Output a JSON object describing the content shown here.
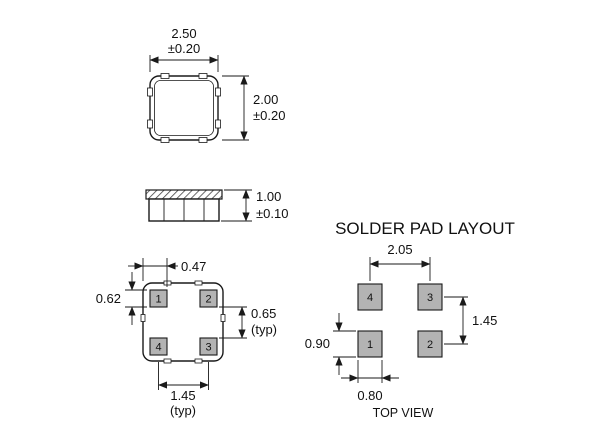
{
  "solder_section": {
    "title": "SOLDER PAD LAYOUT",
    "footer": "TOP VIEW",
    "pitch_x": "2.05",
    "pitch_y": "1.45",
    "pad_height": "0.90",
    "pad_width": "0.80",
    "pads": {
      "tl": "4",
      "tr": "3",
      "bl": "1",
      "br": "2"
    }
  },
  "top_view_dims": {
    "width": "2.50",
    "width_tol": "±0.20",
    "height": "2.00",
    "height_tol": "±0.20"
  },
  "side_view_dims": {
    "thickness": "1.00",
    "thickness_tol": "±0.10"
  },
  "bottom_view_dims": {
    "corner_offset": "0.47",
    "pad_height": "0.62",
    "pad_gap": "0.65",
    "pad_gap_note": "(typ)",
    "pad_pitch": "1.45",
    "pad_pitch_note": "(typ)",
    "pads": {
      "tl": "1",
      "tr": "2",
      "bl": "4",
      "br": "3"
    }
  },
  "colors": {
    "line": "#1a1a1a",
    "pad_fill": "#b3b3b3",
    "background": "#ffffff",
    "text": "#111111"
  }
}
